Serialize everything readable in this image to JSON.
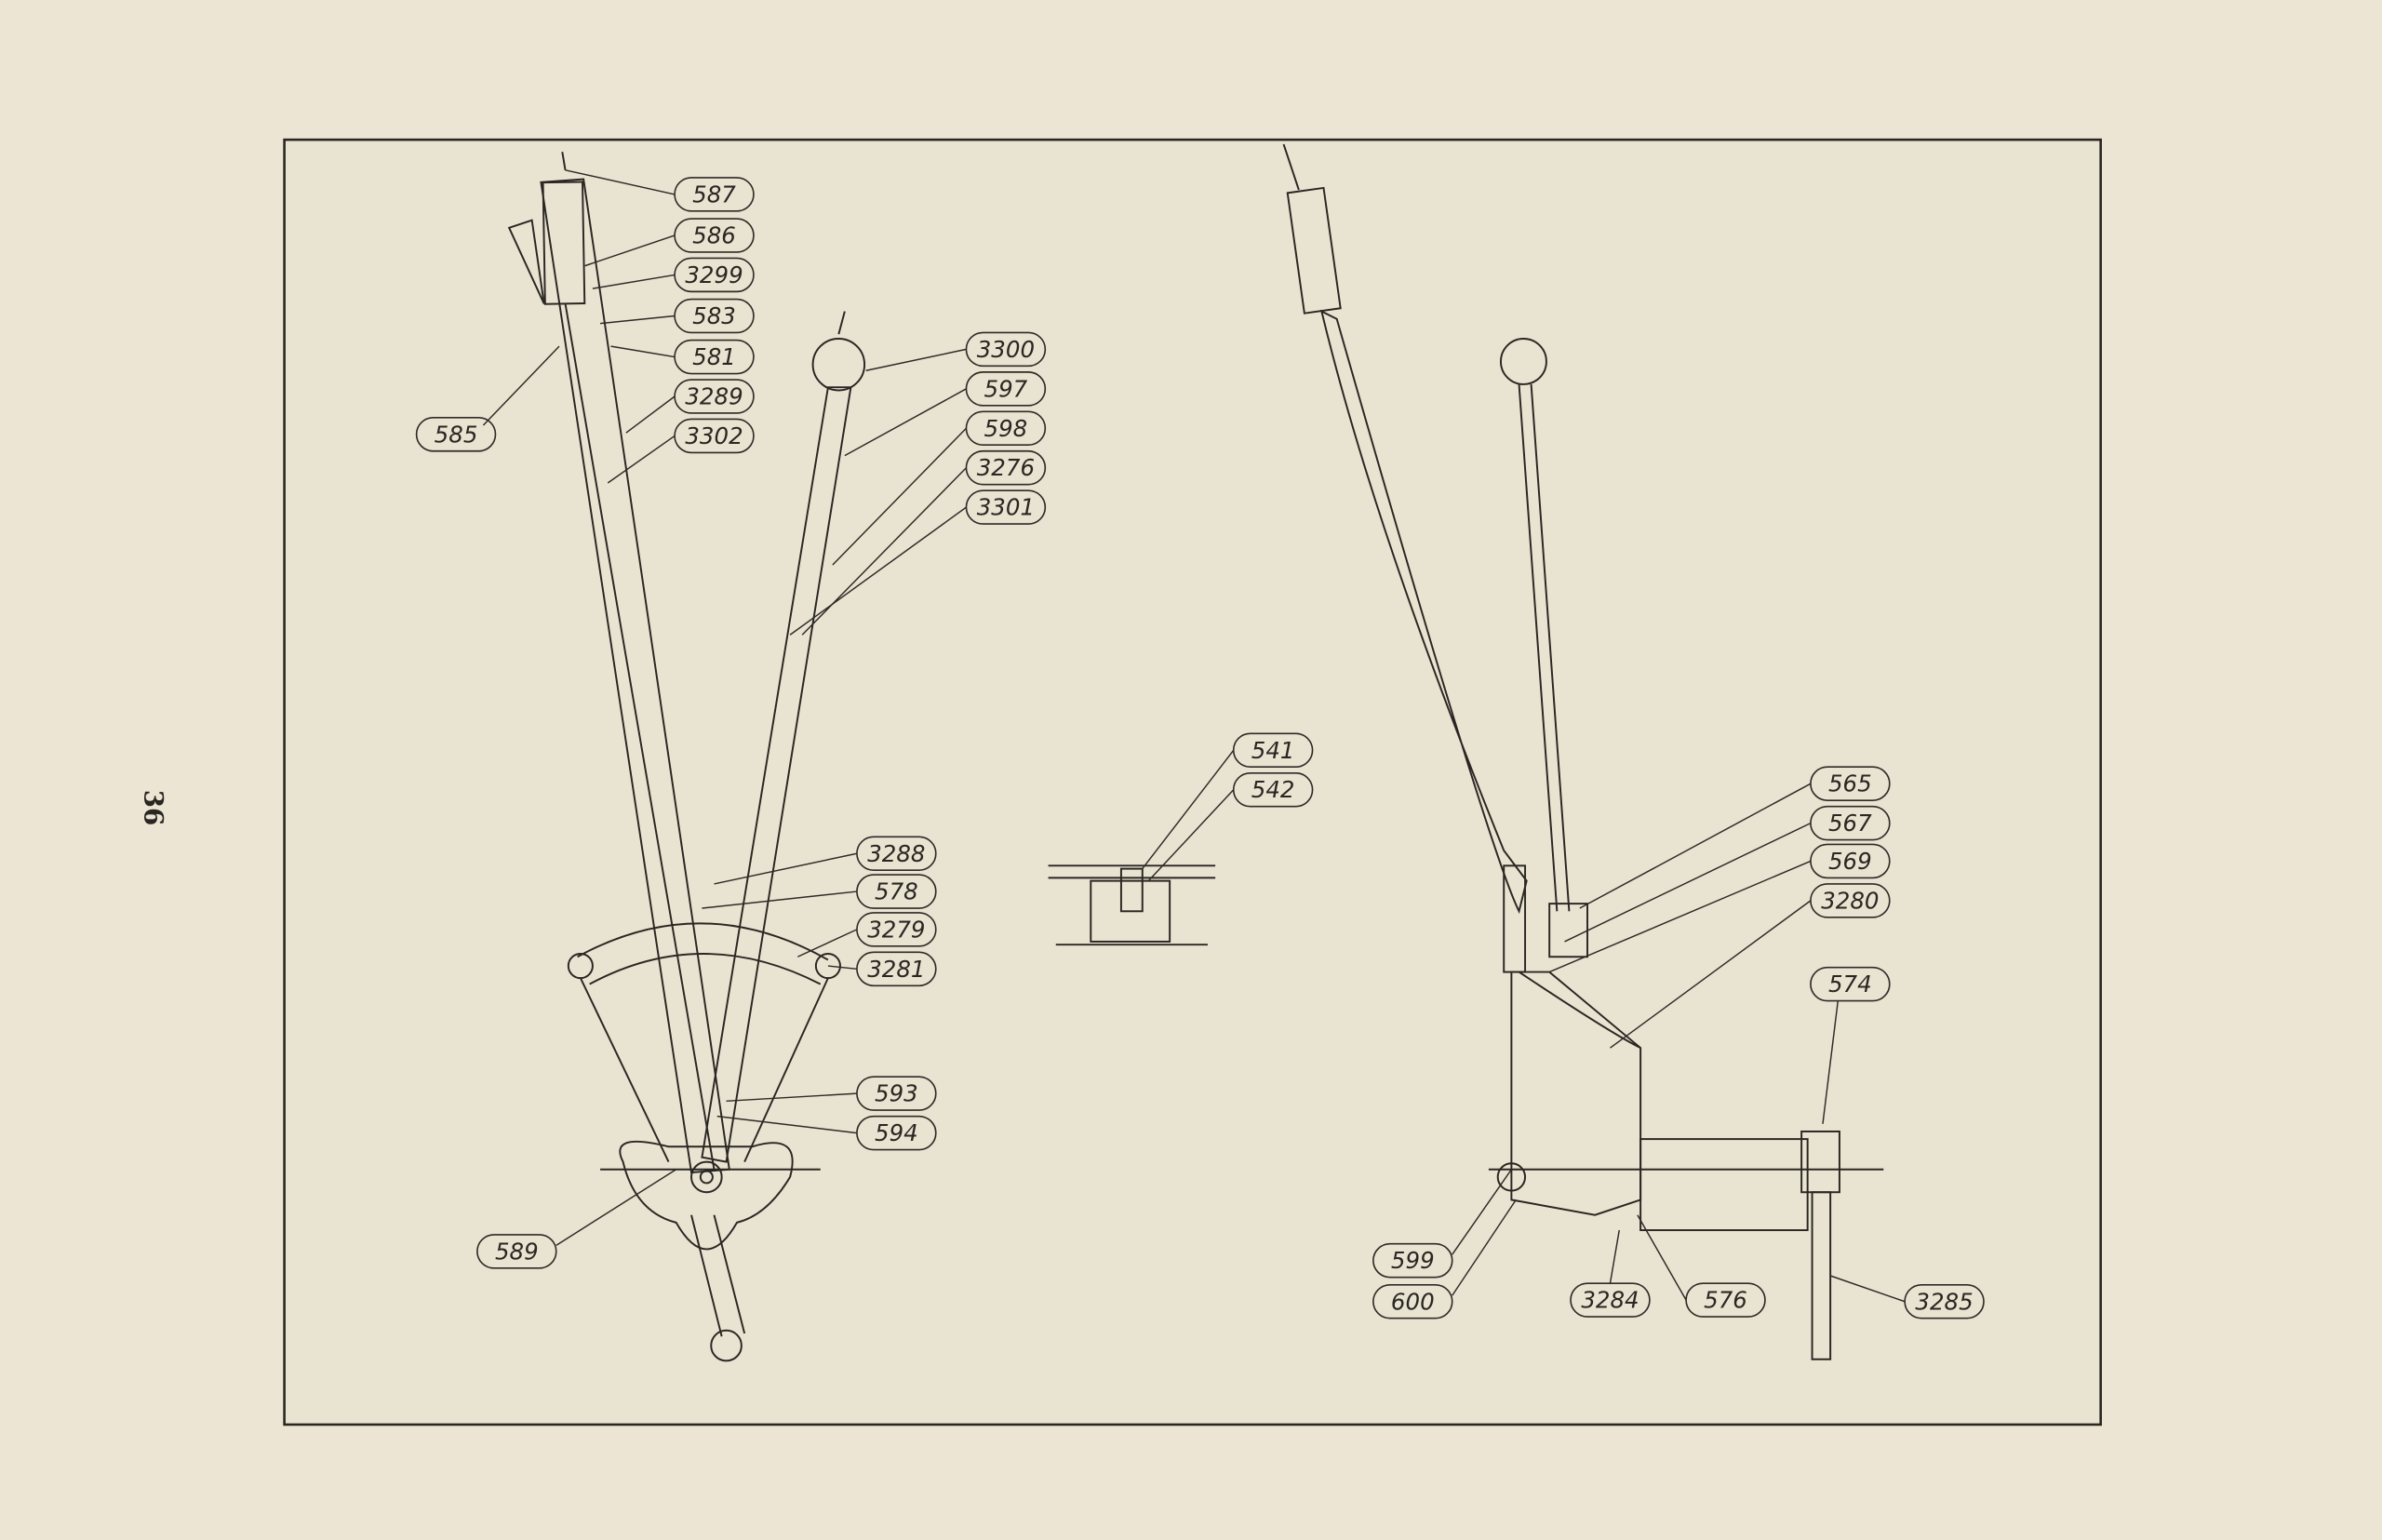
{
  "page_number": "36",
  "labels": {
    "l587": "587",
    "l586": "586",
    "l3299": "3299",
    "l583": "583",
    "l581": "581",
    "l3289": "3289",
    "l3302": "3302",
    "l585": "585",
    "l3300": "3300",
    "l597": "597",
    "l598": "598",
    "l3276": "3276",
    "l3301": "3301",
    "l541": "541",
    "l542": "542",
    "l3288": "3288",
    "l578": "578",
    "l3279": "3279",
    "l3281": "3281",
    "l593": "593",
    "l594": "594",
    "l589": "589",
    "l565": "565",
    "l567": "567",
    "l569": "569",
    "l3280": "3280",
    "l574": "574",
    "l599": "599",
    "l600": "600",
    "l3284": "3284",
    "l576": "576",
    "l3285": "3285"
  },
  "colors": {
    "paper": "#ede5d3",
    "plate": "#e9e3d2",
    "ink": "#2a2722"
  }
}
